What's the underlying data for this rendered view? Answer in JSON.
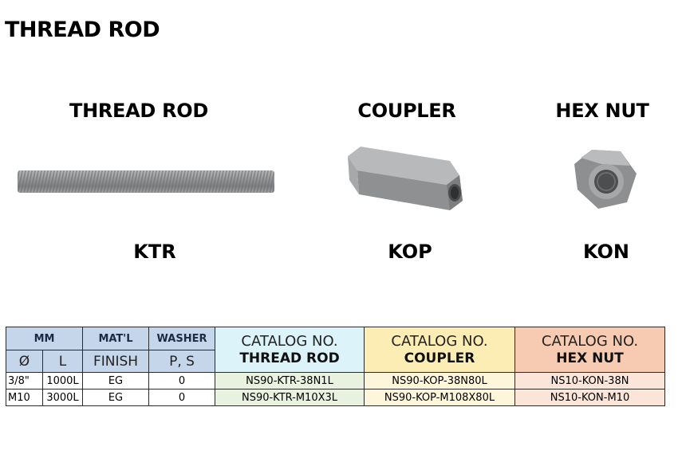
{
  "page": {
    "title": "THREAD ROD"
  },
  "products": [
    {
      "name": "THREAD ROD",
      "code": "KTR"
    },
    {
      "name": "COUPLER",
      "code": "KOP"
    },
    {
      "name": "HEX NUT",
      "code": "KON"
    }
  ],
  "table": {
    "header": {
      "mm": "MM",
      "dia_symbol": "Ø",
      "length": "L",
      "matl": "MAT'L",
      "finish": "FINISH",
      "washer": "WASHER",
      "washer_sub": "P, S",
      "catalog_label": "CATALOG NO.",
      "catalog_rod": "THREAD ROD",
      "catalog_coupler": "COUPLER",
      "catalog_nut": "HEX NUT"
    },
    "rows": [
      {
        "dia": "3/8\"",
        "length": "1000L",
        "finish": "EG",
        "washer": "0",
        "rod": "NS90-KTR-38N1L",
        "coupler": "NS90-KOP-38N80L",
        "nut": "NS10-KON-38N"
      },
      {
        "dia": "M10",
        "length": "3000L",
        "finish": "EG",
        "washer": "0",
        "rod": "NS90-KTR-M10X3L",
        "coupler": "NS90-KOP-M108X80L",
        "nut": "NS10-KON-M10"
      }
    ]
  },
  "colors": {
    "header_blue": "#c6d6ea",
    "catalog_rod": "#dbf3f9",
    "catalog_coupler": "#fcedb5",
    "catalog_nut": "#f7cbb1",
    "metal": "#8a8c8e"
  }
}
